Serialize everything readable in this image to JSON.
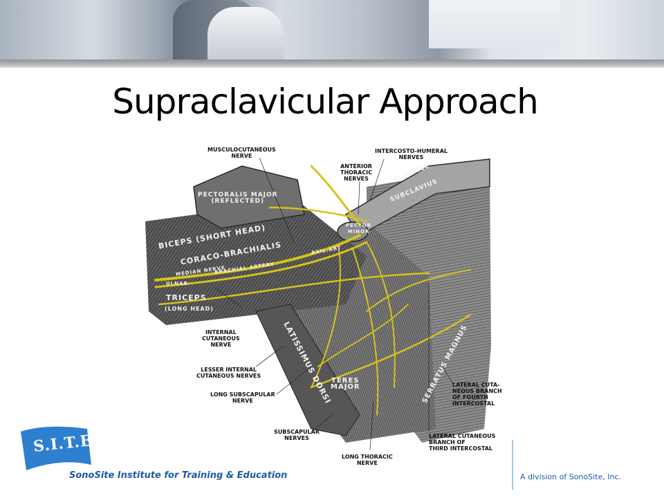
{
  "slide": {
    "title": "Supraclavicular Approach"
  },
  "figure": {
    "labels": {
      "musculocutaneous": "MUSCULOCUTANEOUS\nNERVE",
      "intercosto_humeral": "INTERCOSTO-HUMERAL\nNERVES",
      "anterior_thoracic": "ANTERIOR\nTHORACIC\nNERVES",
      "clavicle": "CLAVICLE",
      "subclavius": "SUBCLAVIUS",
      "pectoralis_major": "PECTORALIS MAJOR\n(REFLECTED)",
      "pector_minor": "PECTOR\nMINOR",
      "axil_art": "AXIL.ART",
      "biceps": "BICEPS (SHORT HEAD)",
      "coraco": "CORACO-BRACHIALIS",
      "median": "MEDIAN NERVE",
      "brachial": "BRACHIAL ARTERY",
      "ulnar": "ULNAR",
      "triceps": "TRICEPS",
      "long_head": "(LONG HEAD)",
      "internal_cutaneous": "INTERNAL\nCUTANEOUS\nNERVE",
      "lesser_internal": "LESSER INTERNAL\nCUTANEOUS NERVES",
      "long_subscapular": "LONG SUBSCAPULAR\nNERVE",
      "latissimus": "LATISSIMUS DORSI",
      "teres": "TERES\nMAJOR",
      "serratus": "SERRATUS MAGNUS",
      "lateral_fourth": "LATERAL CUTA-\nNEOUS BRANCH\nOF FOURTH\nINTERCOSTAL",
      "subscapular": "SUBSCAPULAR\nNERVES",
      "lateral_third": "LATERAL CUTANEOUS\nBRANCH OF\nTHIRD INTERCOSTAL",
      "long_thoracic": "LONG THORACIC\nNERVE"
    }
  },
  "footer": {
    "logo_text": "S.I.T.E.",
    "institute": "SonoSite Institute for Training & Education",
    "division": "A division of SonoSite, Inc."
  },
  "colors": {
    "nerve": "#d8c21a",
    "logo_blue": "#2f7fd0",
    "text_blue": "#1d5aa8"
  }
}
